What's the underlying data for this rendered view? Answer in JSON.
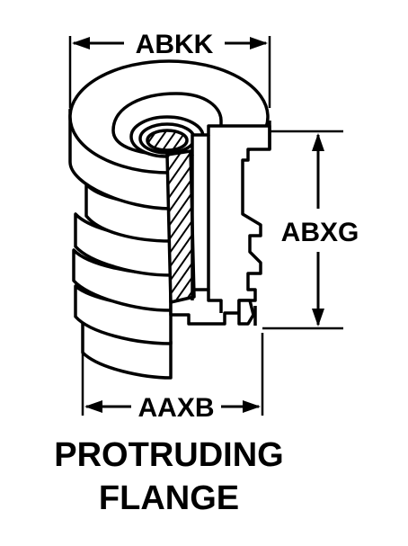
{
  "dimensions": {
    "top_width": "ABKK",
    "height": "ABXG",
    "bottom_width": "AAXB"
  },
  "caption": {
    "line1": "PROTRUDING",
    "line2": "FLANGE"
  },
  "colors": {
    "ink": "#000000",
    "paper": "#ffffff"
  }
}
